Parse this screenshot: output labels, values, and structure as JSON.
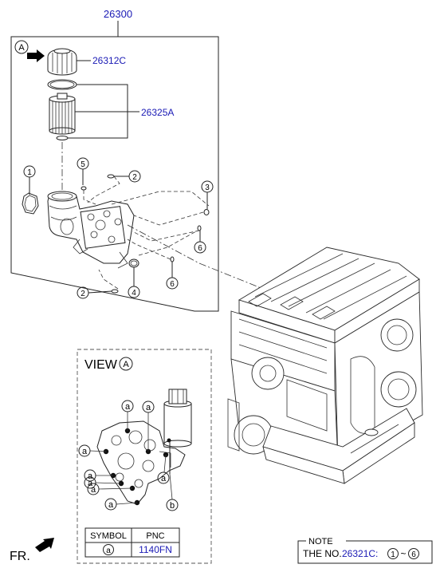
{
  "assembly_pnc": "26300",
  "view_marker": "A",
  "parts": [
    {
      "pnc": "26312C",
      "color": "#1a1ab5"
    },
    {
      "pnc": "26325A",
      "color": "#1a1ab5"
    }
  ],
  "callouts": [
    "1",
    "2",
    "3",
    "4",
    "5",
    "6"
  ],
  "view": {
    "title": "VIEW",
    "marker": "A"
  },
  "view_letters": {
    "a": "a",
    "b": "b"
  },
  "legend": {
    "headers": [
      "SYMBOL",
      "PNC"
    ],
    "row": {
      "symbol": "a",
      "pnc": "1140FN"
    }
  },
  "note": {
    "title": "NOTE",
    "prefix": "THE NO.",
    "pnc": "26321C:",
    "from": "1",
    "sep": "~",
    "to": "6"
  },
  "front_label": "FR.",
  "colors": {
    "pnc_link": "#1a1ab5",
    "line": "#222222"
  }
}
